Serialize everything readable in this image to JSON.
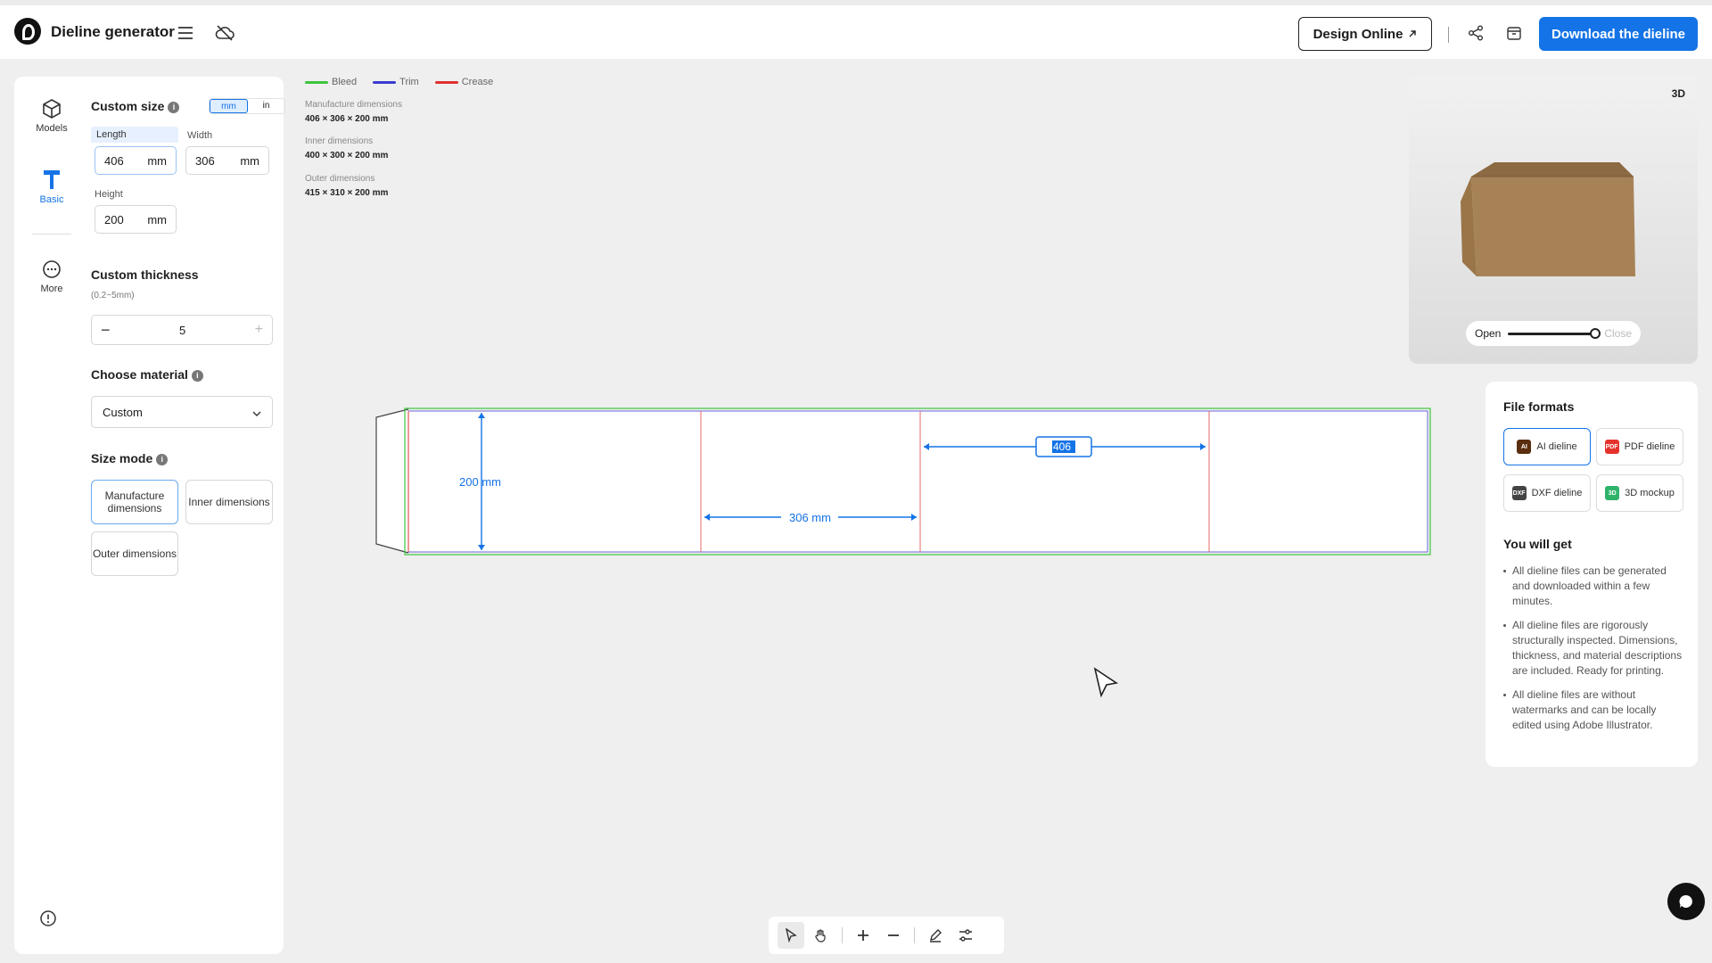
{
  "header": {
    "app_title": "Dieline generator",
    "design_online_label": "Design Online",
    "download_label": "Download the dieline"
  },
  "rail": {
    "models": "Models",
    "basic": "Basic",
    "more": "More"
  },
  "custom_size": {
    "title": "Custom size",
    "units": [
      "mm",
      "in"
    ],
    "selected_unit": "mm",
    "length_label": "Length",
    "length_value": "406",
    "width_label": "Width",
    "width_value": "306",
    "height_label": "Height",
    "height_value": "200",
    "unit": "mm"
  },
  "thickness": {
    "title": "Custom thickness",
    "hint": "(0.2~5mm)",
    "value": "5"
  },
  "material": {
    "title": "Choose material",
    "selected": "Custom"
  },
  "size_mode": {
    "title": "Size mode",
    "options": [
      "Manufacture dimensions",
      "Inner dimensions",
      "Outer dimensions"
    ],
    "selected": "Manufacture dimensions"
  },
  "legend": {
    "bleed": "Bleed",
    "trim": "Trim",
    "crease": "Crease",
    "colors": {
      "bleed": "#3cc43c",
      "trim": "#3a3ad0",
      "crease": "#e03030"
    }
  },
  "dimensions": {
    "manufacture_label": "Manufacture dimensions",
    "manufacture_value": "406 × 306 × 200 mm",
    "inner_label": "Inner dimensions",
    "inner_value": "400 × 300 × 200 mm",
    "outer_label": "Outer dimensions",
    "outer_value": "415 × 310 × 200 mm"
  },
  "dieline": {
    "height_label": "200 mm",
    "width_label": "306 mm",
    "length_input": "406"
  },
  "preview": {
    "badge": "3D",
    "open_label": "Open",
    "close_label": "Close",
    "open_level": 1.0
  },
  "formats": {
    "title": "File formats",
    "items": [
      {
        "label": "AI dieline",
        "icon": "AI",
        "color": "#5a2e0e"
      },
      {
        "label": "PDF dieline",
        "icon": "PDF",
        "color": "#e5322d"
      },
      {
        "label": "DXF dieline",
        "icon": "DXF",
        "color": "#444444"
      },
      {
        "label": "3D mockup",
        "icon": "3D",
        "color": "#2fb36b"
      }
    ],
    "selected": "AI dieline",
    "you_will_get": "You will get",
    "bullets": [
      "All dieline files can be generated and downloaded within a few minutes.",
      "All dieline files are rigorously structurally inspected. Dimensions, thickness, and material descriptions are included. Ready for printing.",
      "All dieline files are without watermarks and can be locally edited using Adobe Illustrator."
    ]
  },
  "accent_color": "#1473e6"
}
